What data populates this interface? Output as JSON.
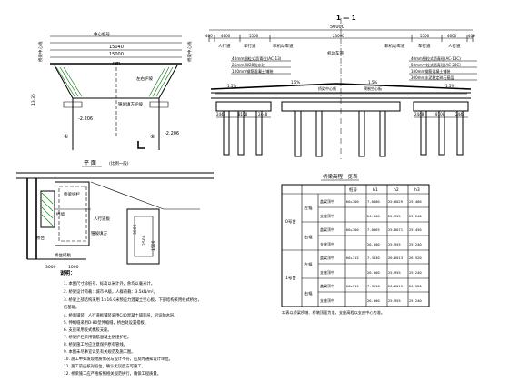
{
  "left_section": {
    "scale_labels": [
      "15040",
      "15000",
      "15000",
      "DTL"
    ],
    "axis_label": "中心桩号",
    "side_label_left": "桥梁中心线",
    "side_label_right": "桥梁中心线",
    "note_a": "左右护坡",
    "note_b": "锥坡填方护坡",
    "elev_left": "-2.206",
    "elev_right": "-2.206",
    "elev_center": "13.35",
    "marks": [
      "①",
      "②"
    ]
  },
  "cross_section": {
    "title": "1 — 1",
    "top_dims": [
      "400",
      "4600",
      "5500",
      "23000",
      "5500",
      "4600",
      "400"
    ],
    "overall_width": "50000",
    "lane_labels": [
      "人行道",
      "车行道",
      "非机动车道",
      "机动车道",
      "非机动车道",
      "车行道",
      "人行道"
    ],
    "center_label": "桥梁中心线",
    "layers_left": [
      "40mm细粒式沥青砼(AC-13)",
      "25mm W20防水砼",
      "100mm钢筋混凝土铺装"
    ],
    "layers_right": [
      "40mm细粒式沥青砼(AC-13C)",
      "50mm中粒式沥青砼(AC-20C)",
      "100mm钢筋混凝土铺装",
      "300mm水泥稳定碎石基层"
    ],
    "slopes": [
      "1.5%",
      "1.5%",
      "1.5%",
      "1.5%"
    ],
    "beam_labels": [
      "桥梁中心线",
      "混凝土",
      "预制空心板"
    ],
    "bottom_dims": [
      "2448",
      "8108",
      "2448",
      "2448",
      "8108",
      "2448"
    ]
  },
  "plan": {
    "title": "平  面",
    "subtitle": "(比例一般)",
    "labels": [
      "桥梁护栏",
      "挡墙",
      "人行道板",
      "锥坡填方",
      "桥台",
      "桥台搭板"
    ],
    "dims": [
      "3000",
      "1000",
      "3000",
      "2500",
      "1500"
    ]
  },
  "table": {
    "title": "桥梁高程一览表",
    "headers": [
      "",
      "",
      "",
      "桩号",
      "h1",
      "h2",
      "h3"
    ],
    "groups": [
      {
        "name": "0号台",
        "rows": [
          {
            "sub": "左幅",
            "item": "盖梁顶中",
            "pile": "K0+300",
            "h1": "7.0800",
            "h2": "25.8029",
            "h3": "25.486"
          },
          {
            "sub": "",
            "item": "支座顶中",
            "pile": "",
            "h1": "26.000",
            "h2": "25.955",
            "h3": "25.240"
          },
          {
            "sub": "右幅",
            "item": "盖梁顶中",
            "pile": "K0+300",
            "h1": "7.0865",
            "h2": "25.8071",
            "h3": "25.456"
          },
          {
            "sub": "",
            "item": "支座顶中",
            "pile": "",
            "h1": "26.000",
            "h2": "25.955",
            "h3": "25.240"
          }
        ]
      },
      {
        "name": "1号台",
        "rows": [
          {
            "sub": "左幅",
            "item": "盖梁顶中",
            "pile": "K0+315",
            "h1": "7.3830",
            "h2": "26.6013",
            "h3": "26.520"
          },
          {
            "sub": "",
            "item": "支座顶中",
            "pile": "",
            "h1": "26.000",
            "h2": "25.955",
            "h3": "25.240"
          },
          {
            "sub": "右幅",
            "item": "盖梁顶中",
            "pile": "K0+315",
            "h1": "7.3910",
            "h2": "26.6015",
            "h3": "26.520"
          },
          {
            "sub": "",
            "item": "支座顶中",
            "pile": "",
            "h1": "26.000",
            "h2": "25.955",
            "h3": "25.240"
          }
        ]
      }
    ],
    "footnote": "本表以桥梁桥墩、桥墩顶面为准，支座高程以支座中心为准。"
  },
  "notes": {
    "heading": "说明：",
    "lines": [
      "1. 本图尺寸除桩号、标高以米计外，余均以毫米计。",
      "2. 桥梁设计荷载：城市-A级，人群荷载：3.5kN/m²。",
      "3. 桥梁上部结构采用 1×16.0米预应力混凝土空心板，下部结构采用柱式桥台，",
      "   桩基础。",
      "4. 桥面铺装：人行道板铺装采用C40混凝土铺装层，另设防水层。",
      "5. 伸缩缝采用D-80型伸缩缝，桥台处设置搭板。",
      "6. 支座采用板式橡胶支座。",
      "7. 桥梁护栏采用钢筋混凝土防撞护栏。",
      "8. 桥梁施工时应注意保护原有管线。",
      "9. 本图未尽事宜详见有关规范及施工图。",
      "10. 施工中如发现地质情况与设计不符，应及时通知设计单位。",
      "11. 施工前应核对桩位，确认无误后方可施工。",
      "12. 桥梁施工应严格按照相关规范执行，确保工程质量。"
    ]
  }
}
